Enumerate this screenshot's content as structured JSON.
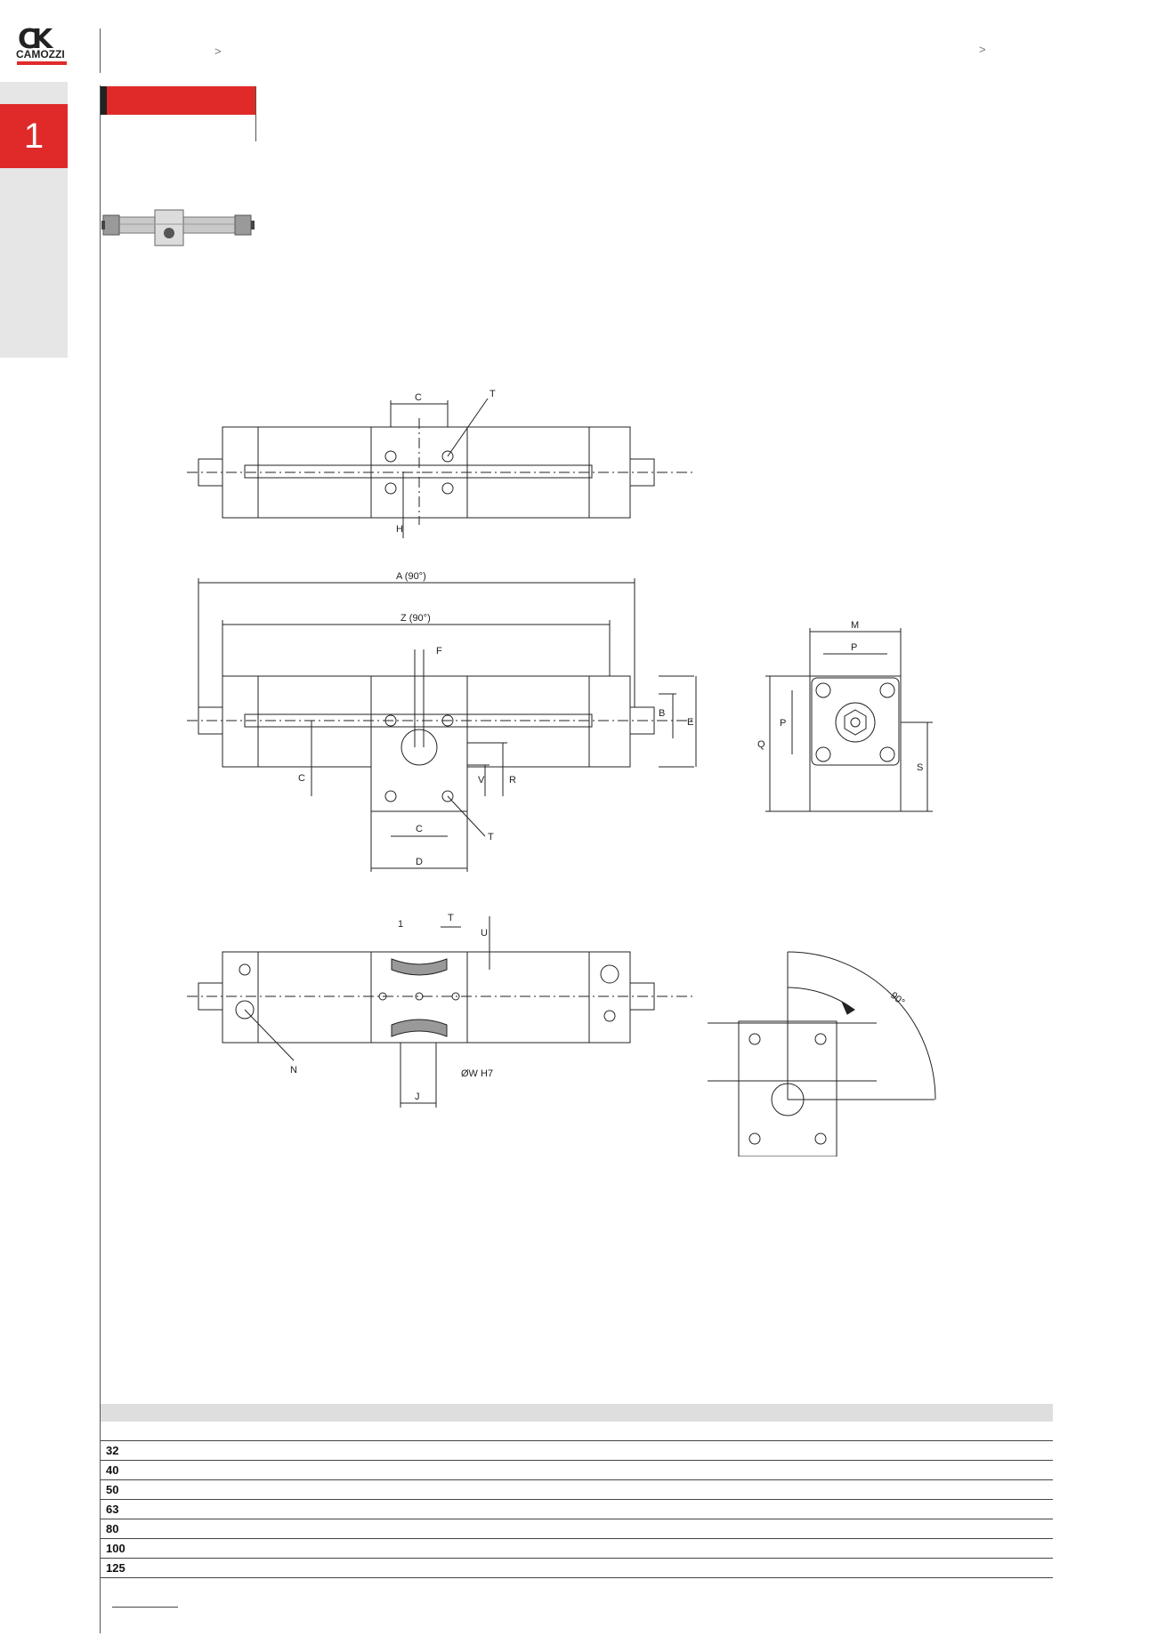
{
  "brand": {
    "name": "CAMOZZI",
    "mark": "CK"
  },
  "breadcrumb": {
    "separator_left": ">",
    "separator_right": ">"
  },
  "sidebar": {
    "section_number": "1"
  },
  "drawing_labels": {
    "top_view": {
      "c": "C",
      "t": "T",
      "h": "H"
    },
    "front_view": {
      "a": "A (90°)",
      "z": "Z (90°)",
      "f": "F",
      "b": "B",
      "e": "E",
      "c_left": "C",
      "v": "V",
      "r": "R",
      "c_bottom": "C",
      "d": "D",
      "t": "T"
    },
    "side_view": {
      "m": "M",
      "p_top": "P",
      "p_left": "P",
      "q": "Q",
      "s": "S"
    },
    "bottom_view": {
      "one": "1",
      "t": "T",
      "u": "U",
      "n": "N",
      "w": "ØW H7",
      "j": "J"
    },
    "rotation_view": {
      "angle": "90°"
    }
  },
  "dimensions_table": {
    "sizes": [
      "32",
      "40",
      "50",
      "63",
      "80",
      "100",
      "125"
    ]
  },
  "colors": {
    "accent": "#e02a2a",
    "sidebar_grey": "#e6e6e6",
    "table_header": "#dedede"
  }
}
